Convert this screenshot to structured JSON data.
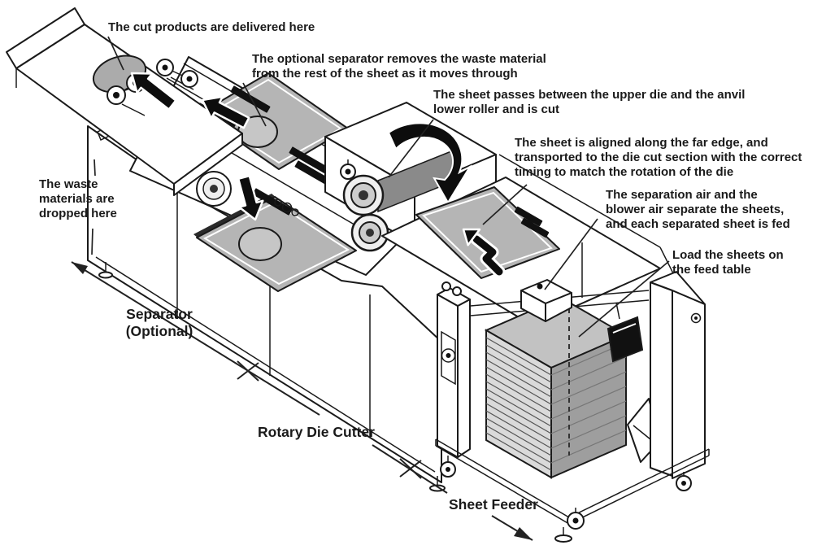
{
  "figure_title": "Rotary die cutter system diagram",
  "annotations": {
    "cut_products": [
      "The cut products are delivered here"
    ],
    "optional_separator": [
      "The optional separator removes the waste material",
      "from the rest of the sheet as it moves through"
    ],
    "sheet_passes": [
      "The sheet passes between the upper die and the anvil",
      "lower roller and is cut"
    ],
    "sheet_aligned": [
      "The sheet is aligned along the far edge, and",
      "transported to the die cut section with the correct",
      "timing to match the rotation of the die"
    ],
    "separation_air": [
      "The separation air and the",
      "blower air separate the sheets,",
      "and each separated sheet is fed"
    ],
    "load_sheets": [
      "Load the sheets on",
      "the feed table"
    ],
    "waste_materials": [
      "The waste",
      "materials are",
      "dropped here"
    ]
  },
  "labels": {
    "separator_line1": "Separator",
    "separator_line2": "(Optional)",
    "rotary_die_cutter": "Rotary Die Cutter",
    "sheet_feeder": "Sheet Feeder"
  },
  "colors": {
    "ink": "#1a1a1a",
    "sheet_gray": "#b5b5b5",
    "stack_top_gray": "#c2c2c2",
    "stack_left_gray": "#dadada",
    "stack_right_gray": "#9e9e9e",
    "background": "#ffffff"
  }
}
